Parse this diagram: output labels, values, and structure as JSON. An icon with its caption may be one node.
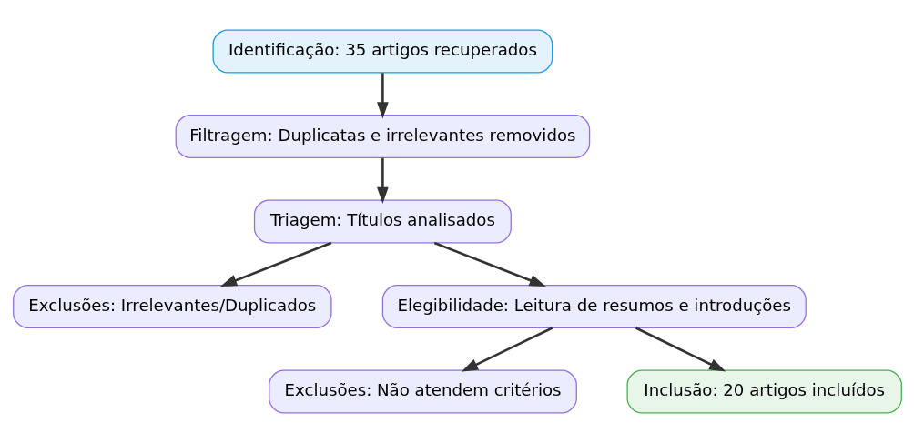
{
  "diagram": {
    "nodes": [
      {
        "text": [
          "Identificação: 35 artigos recuperados"
        ]
      },
      {
        "text": [
          "Filtragem: Duplicatas e irrelevantes removidos"
        ]
      },
      {
        "text": [
          "Triagem: Títulos analisados"
        ]
      },
      {
        "text": [
          "Exclusões: Irrelevantes/Duplicados"
        ]
      },
      {
        "text": [
          "Elegibilidade: Leitura de resumos e introduções"
        ]
      },
      {
        "text": [
          "Exclusões: Não atendem critérios"
        ]
      },
      {
        "text": [
          "Inclusão: 20 artigos incluídos"
        ]
      }
    ],
    "edges": [
      {
        "from": 0,
        "to": 1,
        "arrow": "to"
      },
      {
        "from": 1,
        "to": 2,
        "arrow": "to"
      },
      {
        "from": 2,
        "to": 3,
        "arrow": "to"
      },
      {
        "from": 2,
        "to": 4,
        "arrow": "to"
      },
      {
        "from": 4,
        "to": 5,
        "arrow": "to"
      },
      {
        "from": 4,
        "to": 6,
        "arrow": "to"
      }
    ]
  }
}
